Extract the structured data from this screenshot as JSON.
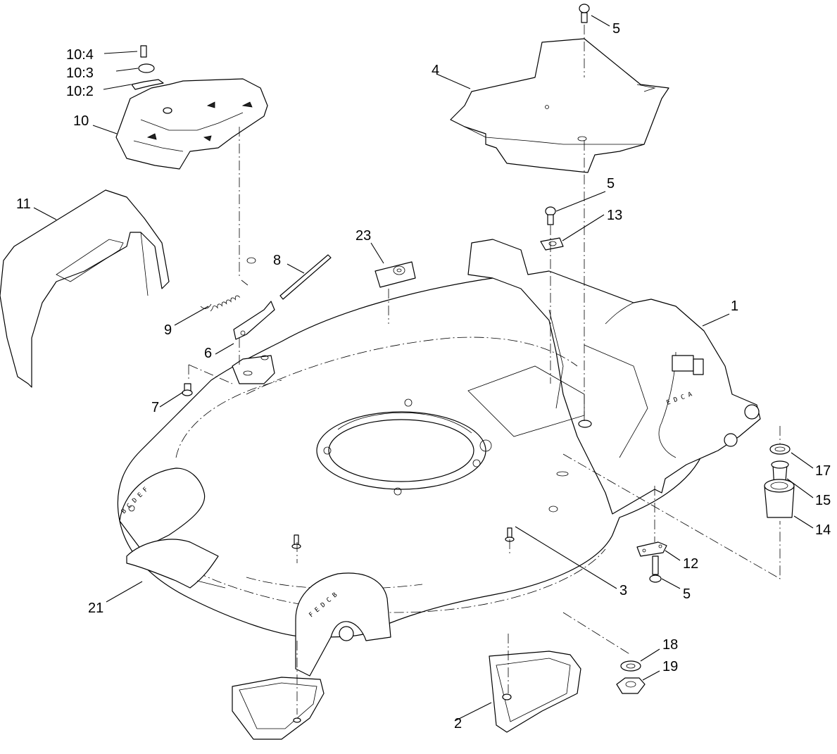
{
  "callouts": {
    "c1": "1",
    "c2": "2",
    "c3": "3",
    "c4": "4",
    "c5a": "5",
    "c5b": "5",
    "c5c": "5",
    "c6": "6",
    "c7": "7",
    "c8": "8",
    "c9": "9",
    "c10": "10",
    "c10_2": "10:2",
    "c10_3": "10:3",
    "c10_4": "10:4",
    "c11": "11",
    "c12": "12",
    "c13": "13",
    "c14": "14",
    "c15": "15",
    "c17": "17",
    "c18": "18",
    "c19": "19",
    "c21": "21",
    "c23": "23"
  },
  "deck_height_letters_right": "E D C   A",
  "deck_height_letters_front": "F E D C B",
  "deck_height_letters_left": "B C D E F"
}
